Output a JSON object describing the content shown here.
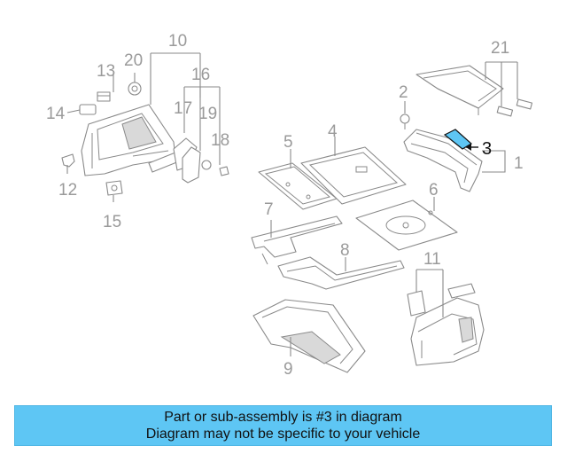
{
  "diagram": {
    "callouts": [
      {
        "id": "1",
        "text": "1"
      },
      {
        "id": "2",
        "text": "2"
      },
      {
        "id": "3",
        "text": "3"
      },
      {
        "id": "4",
        "text": "4"
      },
      {
        "id": "5",
        "text": "5"
      },
      {
        "id": "6",
        "text": "6"
      },
      {
        "id": "7",
        "text": "7"
      },
      {
        "id": "8",
        "text": "8"
      },
      {
        "id": "9",
        "text": "9"
      },
      {
        "id": "10",
        "text": "10"
      },
      {
        "id": "11",
        "text": "11"
      },
      {
        "id": "12",
        "text": "12"
      },
      {
        "id": "13",
        "text": "13"
      },
      {
        "id": "14",
        "text": "14"
      },
      {
        "id": "15",
        "text": "15"
      },
      {
        "id": "16",
        "text": "16"
      },
      {
        "id": "17",
        "text": "17"
      },
      {
        "id": "18",
        "text": "18"
      },
      {
        "id": "19",
        "text": "19"
      },
      {
        "id": "20",
        "text": "20"
      },
      {
        "id": "21",
        "text": "21"
      }
    ],
    "highlighted_part": "3",
    "highlight_color": "#5ec6f4"
  },
  "footer": {
    "line1": "Part or sub-assembly is #3 in diagram",
    "line2": "Diagram may not be specific to your vehicle",
    "background": "#5ec6f4"
  }
}
